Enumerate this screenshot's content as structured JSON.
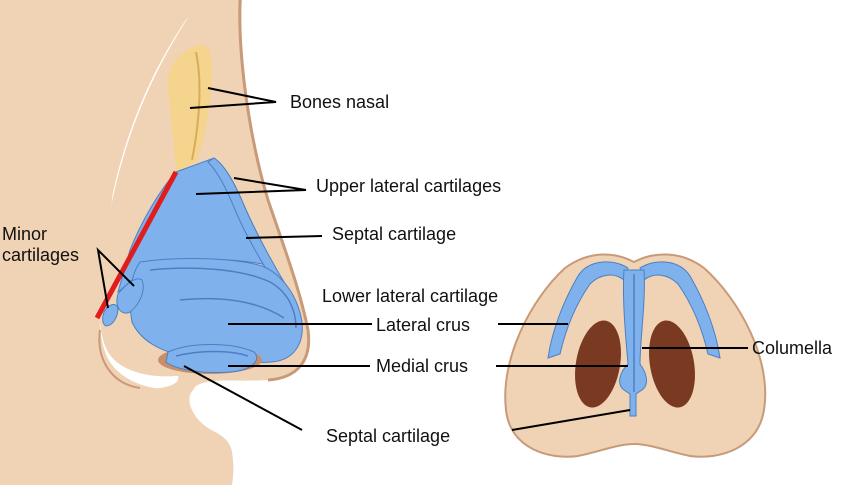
{
  "labels": {
    "bones_nasal": "Bones nasal",
    "upper_lateral_cartilages": "Upper lateral cartilages",
    "septal_cartilage_side": "Septal cartilage",
    "minor_cartilages": "Minor cartilages",
    "lower_lateral_cartilage": "Lower lateral cartilage",
    "lateral_crus": "Lateral crus",
    "medial_crus": "Medial crus",
    "septal_cartilage_bottom": "Septal cartilage",
    "columella": "Columella"
  },
  "colors": {
    "skin": "#f0d2b4",
    "skin_shadow": "#c99a78",
    "bone": "#f5d48e",
    "cartilage": "#7fb2ec",
    "cartilage_edge": "#4a7fc4",
    "nostril": "#7a3a22",
    "boundary_line": "#e01c1c",
    "leader": "#000000"
  }
}
